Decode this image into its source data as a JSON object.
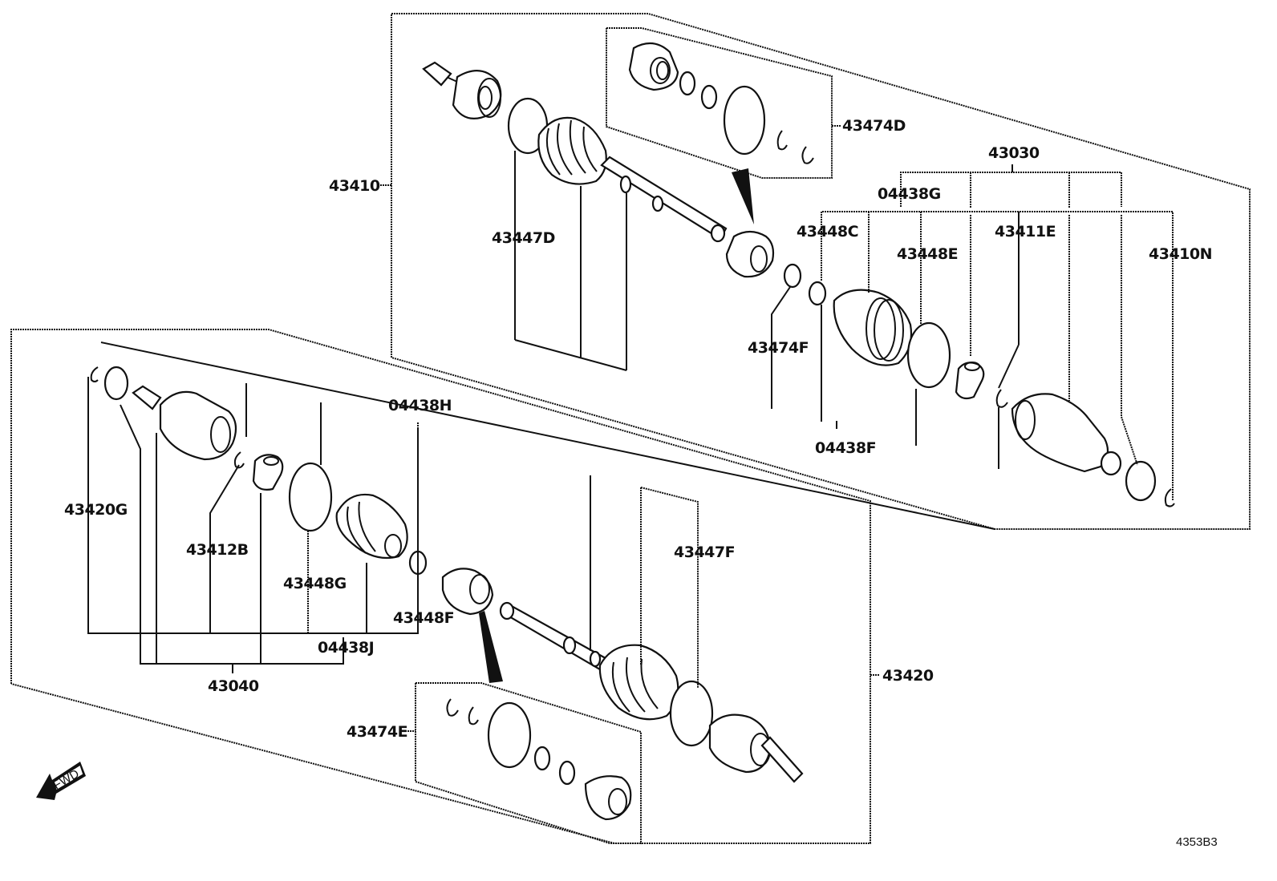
{
  "diagram": {
    "title": "Drive shaft assembly parts diagram",
    "figure_code": "4353B3",
    "direction_badge": "FWD",
    "upper_assembly": {
      "assembly_label": "43410",
      "labels": {
        "boot_kit": "43474D",
        "outer_boot_clamp": "43447D",
        "inner_joint_kit": "43030",
        "boot_kit_group": "04438G",
        "clamp_c": "43448C",
        "clamp_e": "43448E",
        "tulip_set": "43411E",
        "housing": "43410N",
        "ring_f": "43474F",
        "boot_kit_f": "04438F"
      }
    },
    "lower_assembly": {
      "assembly_label": "43420",
      "labels": {
        "seal": "43420G",
        "snap_ring": "43412B",
        "clamp_g": "43448G",
        "boot_kit_h": "04438H",
        "clamp_f": "43448F",
        "boot_kit_j": "04438J",
        "inner_joint_kit": "43040",
        "outer_clamp": "43447F",
        "boot_kit": "43474E"
      }
    }
  }
}
